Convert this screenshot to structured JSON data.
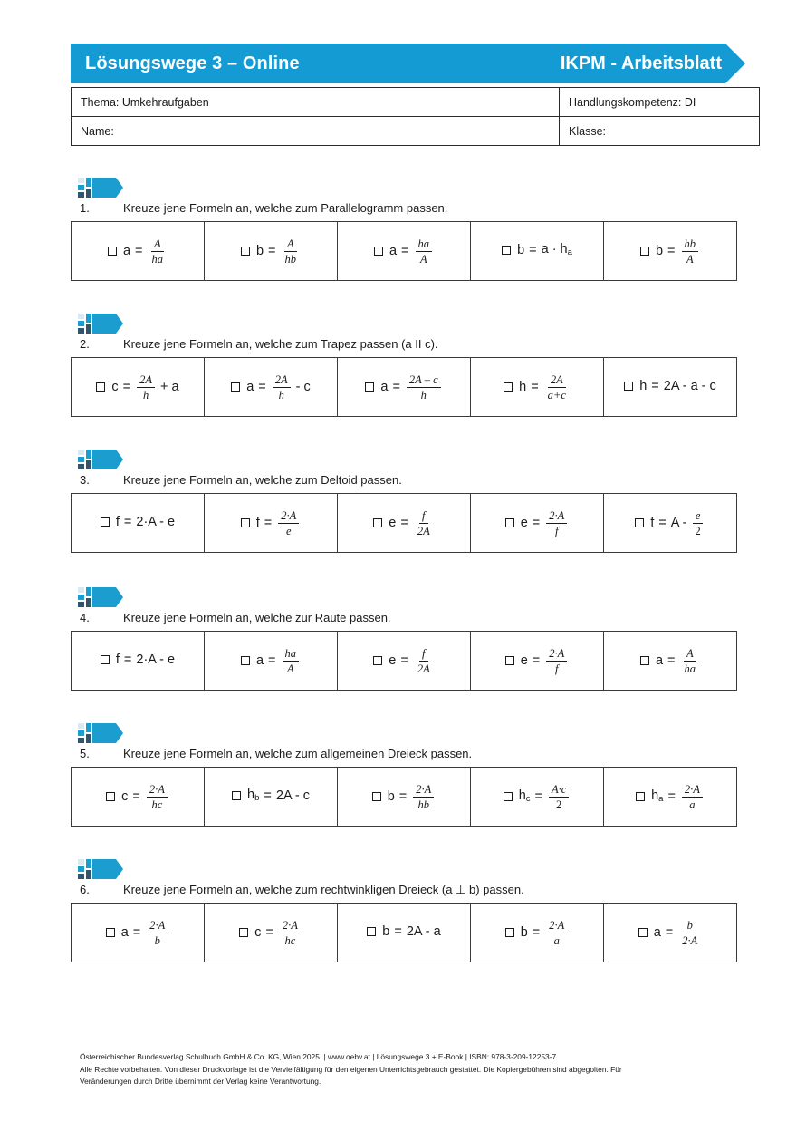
{
  "colors": {
    "brand_blue": "#159BD3",
    "flag_light": "#D9E9F2",
    "flag_mid": "#1B9DD0",
    "flag_dark": "#31566B",
    "border": "#2b2b2b"
  },
  "header": {
    "title": "Lösungswege 3 – Online",
    "right_label": "IKPM - Arbeitsblatt"
  },
  "meta": {
    "thema": "Thema: Umkehraufgaben",
    "handlungskompetenz": "Handlungskompetenz: DI",
    "name": "Name:",
    "klasse": "Klasse:"
  },
  "exercises": [
    {
      "number": "1.",
      "question": "Kreuze jene Formeln an, welche zum Parallelogramm passen.",
      "options": [
        {
          "lhs": "a",
          "sub": "",
          "type": "frac",
          "num": "A",
          "den": "ha",
          "num_upright": false,
          "den_upright": false,
          "prefix": "",
          "suffix": ""
        },
        {
          "lhs": "b",
          "sub": "",
          "type": "frac",
          "num": "A",
          "den": "hb",
          "num_upright": false,
          "den_upright": false,
          "prefix": "",
          "suffix": ""
        },
        {
          "lhs": "a",
          "sub": "",
          "type": "frac",
          "num": "ha",
          "den": "A",
          "num_upright": false,
          "den_upright": false,
          "prefix": "",
          "suffix": ""
        },
        {
          "lhs": "b",
          "sub": "",
          "type": "plain",
          "rhs": "a · h",
          "rhs_sub": "a"
        },
        {
          "lhs": "b",
          "sub": "",
          "type": "frac",
          "num": "hb",
          "den": "A",
          "num_upright": false,
          "den_upright": false,
          "prefix": "",
          "suffix": ""
        }
      ]
    },
    {
      "number": "2.",
      "question": "Kreuze jene Formeln an, welche zum Trapez passen (a II c).",
      "options": [
        {
          "lhs": "c",
          "sub": "",
          "type": "frac",
          "num": "2A",
          "den": "h",
          "num_upright": false,
          "den_upright": false,
          "prefix": "",
          "suffix": "+ a"
        },
        {
          "lhs": "a",
          "sub": "",
          "type": "frac",
          "num": "2A",
          "den": "h",
          "num_upright": false,
          "den_upright": false,
          "prefix": "",
          "suffix": "- c"
        },
        {
          "lhs": "a",
          "sub": "",
          "type": "frac",
          "num": "2A – c",
          "den": "h",
          "num_upright": false,
          "den_upright": false,
          "prefix": "",
          "suffix": ""
        },
        {
          "lhs": "h",
          "sub": "",
          "type": "frac",
          "num": "2A",
          "den": "a+c",
          "num_upright": false,
          "den_upright": false,
          "prefix": "",
          "suffix": ""
        },
        {
          "lhs": "h",
          "sub": "",
          "type": "plain",
          "rhs": "2A - a - c",
          "rhs_sub": ""
        }
      ]
    },
    {
      "number": "3.",
      "question": "Kreuze jene Formeln an, welche zum Deltoid passen.",
      "options": [
        {
          "lhs": "f",
          "sub": "",
          "type": "plain",
          "rhs": "2·A - e",
          "rhs_sub": ""
        },
        {
          "lhs": "f",
          "sub": "",
          "type": "frac",
          "num": "2·A",
          "den": "e",
          "num_upright": false,
          "den_upright": false,
          "prefix": "",
          "suffix": ""
        },
        {
          "lhs": "e",
          "sub": "",
          "type": "frac",
          "num": "f",
          "den": "2A",
          "num_upright": false,
          "den_upright": false,
          "prefix": "",
          "suffix": ""
        },
        {
          "lhs": "e",
          "sub": "",
          "type": "frac",
          "num": "2·A",
          "den": "f",
          "num_upright": false,
          "den_upright": false,
          "prefix": "",
          "suffix": ""
        },
        {
          "lhs": "f",
          "sub": "",
          "type": "frac",
          "num": "e",
          "den": "2",
          "num_upright": false,
          "den_upright": true,
          "prefix": "A -",
          "suffix": ""
        }
      ]
    },
    {
      "number": "4.",
      "question": "Kreuze jene Formeln an, welche zur Raute passen.",
      "options": [
        {
          "lhs": "f",
          "sub": "",
          "type": "plain",
          "rhs": "2·A - e",
          "rhs_sub": ""
        },
        {
          "lhs": "a",
          "sub": "",
          "type": "frac",
          "num": "ha",
          "den": "A",
          "num_upright": false,
          "den_upright": false,
          "prefix": "",
          "suffix": ""
        },
        {
          "lhs": "e",
          "sub": "",
          "type": "frac",
          "num": "f",
          "den": "2A",
          "num_upright": false,
          "den_upright": false,
          "prefix": "",
          "suffix": ""
        },
        {
          "lhs": "e",
          "sub": "",
          "type": "frac",
          "num": "2·A",
          "den": "f",
          "num_upright": false,
          "den_upright": false,
          "prefix": "",
          "suffix": ""
        },
        {
          "lhs": "a",
          "sub": "",
          "type": "frac",
          "num": "A",
          "den": "ha",
          "num_upright": false,
          "den_upright": false,
          "prefix": "",
          "suffix": ""
        }
      ]
    },
    {
      "number": "5.",
      "question": "Kreuze jene Formeln an, welche zum allgemeinen Dreieck passen.",
      "options": [
        {
          "lhs": "c",
          "sub": "",
          "type": "frac",
          "num": "2·A",
          "den": "hc",
          "num_upright": false,
          "den_upright": false,
          "prefix": "",
          "suffix": ""
        },
        {
          "lhs": "h",
          "sub": "b",
          "type": "plain",
          "rhs": "2A - c",
          "rhs_sub": ""
        },
        {
          "lhs": "b",
          "sub": "",
          "type": "frac",
          "num": "2·A",
          "den": "hb",
          "num_upright": false,
          "den_upright": false,
          "prefix": "",
          "suffix": ""
        },
        {
          "lhs": "h",
          "sub": "c",
          "type": "frac",
          "num": "A·c",
          "den": "2",
          "num_upright": false,
          "den_upright": true,
          "prefix": "",
          "suffix": ""
        },
        {
          "lhs": "h",
          "sub": "a",
          "type": "frac",
          "num": "2·A",
          "den": "a",
          "num_upright": false,
          "den_upright": false,
          "prefix": "",
          "suffix": ""
        }
      ]
    },
    {
      "number": "6.",
      "question": "Kreuze jene Formeln an, welche zum rechtwinkligen Dreieck (a ⊥ b) passen.",
      "options": [
        {
          "lhs": "a",
          "sub": "",
          "type": "frac",
          "num": "2·A",
          "den": "b",
          "num_upright": false,
          "den_upright": false,
          "prefix": "",
          "suffix": ""
        },
        {
          "lhs": "c",
          "sub": "",
          "type": "frac",
          "num": "2·A",
          "den": "hc",
          "num_upright": false,
          "den_upright": false,
          "prefix": "",
          "suffix": ""
        },
        {
          "lhs": "b",
          "sub": "",
          "type": "plain",
          "rhs": "2A - a",
          "rhs_sub": ""
        },
        {
          "lhs": "b",
          "sub": "",
          "type": "frac",
          "num": "2·A",
          "den": "a",
          "num_upright": false,
          "den_upright": false,
          "prefix": "",
          "suffix": ""
        },
        {
          "lhs": "a",
          "sub": "",
          "type": "frac",
          "num": "b",
          "den": "2·A",
          "num_upright": false,
          "den_upright": false,
          "prefix": "",
          "suffix": ""
        }
      ]
    }
  ],
  "footer": {
    "line1": "Österreichischer Bundesverlag Schulbuch GmbH & Co. KG, Wien 2025. | www.oebv.at | Lösungswege 3 + E-Book | ISBN: 978-3-209-12253-7",
    "line2": "Alle Rechte vorbehalten. Von dieser Druckvorlage ist die Vervielfältigung für den eigenen Unterrichtsgebrauch gestattet.  Die Kopiergebühren sind abgegolten. Für",
    "line3": "Veränderungen durch Dritte übernimmt der Verlag keine Verantwortung."
  },
  "icons": {
    "flag": "flag-tag-icon",
    "checkbox": "checkbox-icon"
  }
}
